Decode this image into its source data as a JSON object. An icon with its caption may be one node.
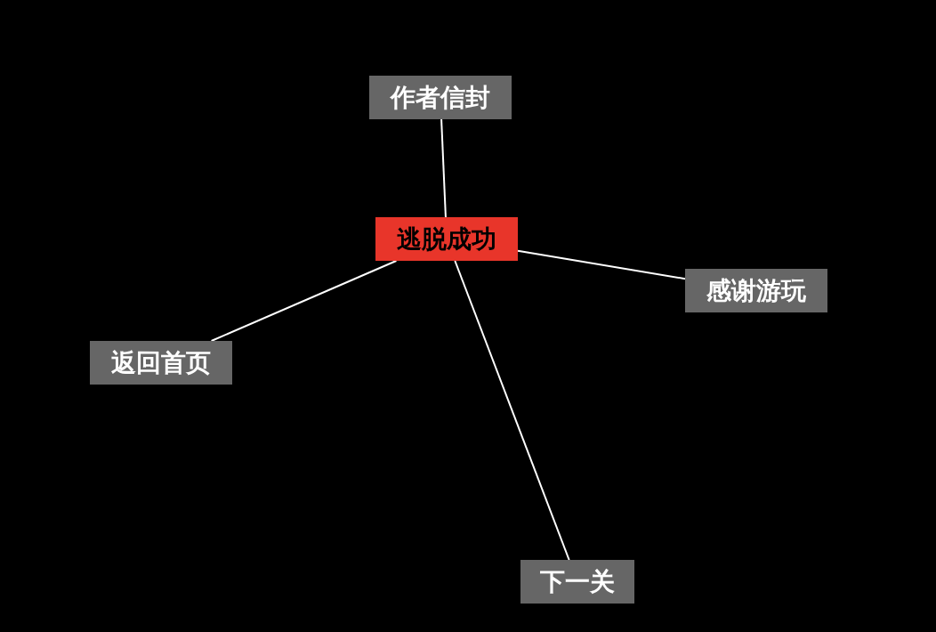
{
  "diagram": {
    "nodes": [
      {
        "text": [
          "逃脱成功"
        ]
      },
      {
        "text": [
          "作者信封"
        ]
      },
      {
        "text": [
          "感谢游玩"
        ]
      },
      {
        "text": [
          "返回首页"
        ]
      },
      {
        "text": [
          "下一关"
        ]
      }
    ],
    "edges": [
      {
        "from": 0,
        "to": 1,
        "arrow": "none"
      },
      {
        "from": 0,
        "to": 2,
        "arrow": "none"
      },
      {
        "from": 0,
        "to": 3,
        "arrow": "none"
      },
      {
        "from": 0,
        "to": 4,
        "arrow": "none"
      }
    ]
  }
}
